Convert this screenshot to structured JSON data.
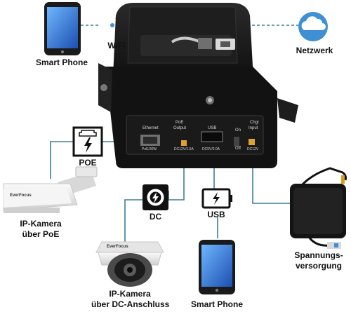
{
  "labels": {
    "smart_phone_top": "Smart Phone",
    "wifi": "WiFi",
    "netzwerk": "Netzwerk",
    "poe": "POE",
    "dc": "DC",
    "usb": "USB",
    "ip_kamera_poe_line1": "IP-Kamera",
    "ip_kamera_poe_line2": "über PoE",
    "ip_kamera_dc_line1": "IP-Kamera",
    "ip_kamera_dc_line2": "über DC-Anschluss",
    "smart_phone_bottom": "Smart Phone",
    "spannung_line1": "Spannungs-",
    "spannung_line2": "versorgung"
  },
  "device_panel": {
    "ethernet": "Ethernet",
    "poe_output_line1": "PoE",
    "poe_output_line2": "Output",
    "usb": "USB",
    "on": "On",
    "off": "Off",
    "chgr_line1": "Chgr",
    "chgr_line2": "Input",
    "poe_rating": "PoE/30W",
    "dc_rating": "DC12V/1.5A",
    "usb_rating": "DC5V/2.0A",
    "input_rating": "DC12V"
  },
  "brand": {
    "camera_brand": "EverFocus"
  },
  "icons": {
    "phone": "smartphone-icon",
    "wifi": "wifi-icon",
    "cloud": "cloud-icon",
    "poe": "poe-port-icon",
    "dc": "dc-power-icon",
    "usb": "battery-charge-icon"
  },
  "colors": {
    "connector_line": "#3a7f98",
    "cloud_blue": "#3f8fd3",
    "phone_blue": "#2d5fb8",
    "device_black": "#151515"
  }
}
